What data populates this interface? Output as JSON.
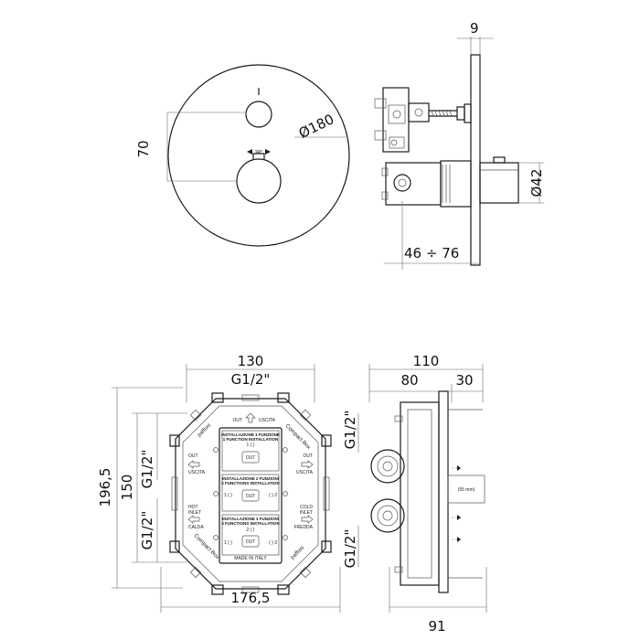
{
  "dimensions": {
    "plate_diameter": "Ø180",
    "handle_spacing": "70",
    "plate_thickness": "9",
    "handle_diameter": "Ø42",
    "projection_range": "46 ÷ 76",
    "box_width": "130",
    "connection_top": "G1/2\"",
    "box_height_total": "196,5",
    "box_height_inner": "150",
    "thread_left_upper": "G1/2\"",
    "thread_left_lower": "G1/2\"",
    "box_width_total": "176,5",
    "depth_total": "110",
    "depth_80": "80",
    "depth_30": "30",
    "thread_right_upper": "G1/2\"",
    "thread_right_lower": "G1/2\"",
    "depth_91": "91"
  },
  "rotation_label": "38°",
  "box_labels": {
    "out_top": "OUT",
    "uscita_top": "USCITA",
    "brand_tl": "paffoni",
    "compact_tr": "Compact Box",
    "compact_bl": "Compact Box",
    "brand_br": "paffoni",
    "out_left": "OUT",
    "uscita_left": "USCITA",
    "out_right": "OUT",
    "uscita_right": "USCITA",
    "hot": "HOT",
    "hot_inlet": "INLET",
    "calda": "CALDA",
    "cold": "COLD",
    "cold_inlet": "INLET",
    "fredda": "FREDDA",
    "inst1_it": "INSTALLAZIONE 1 FUNZIONE",
    "inst1_en": "1 FUNCTION INSTALLATION",
    "inst2_it": "INSTALLAZIONE 2 FUNZIONI",
    "inst2_en": "2 FUNCTIONS INSTALLATION",
    "inst3_it": "INSTALLAZIONE 3 FUNZIONI",
    "inst3_en": "3 FUNCTIONS INSTALLATION",
    "out_center1": "OUT",
    "out_center2": "OUT",
    "out_center3": "OUT",
    "made_in": "MADE IN ITALY",
    "mark_1a": "1 ( )",
    "mark_1b": "1 ( )",
    "mark_2a": "( ) 2",
    "mark_2b": "2 ( )",
    "mark_3": "( ) 3",
    "mark_1c": "1 ( )",
    "side_note": "(55 mm)"
  }
}
